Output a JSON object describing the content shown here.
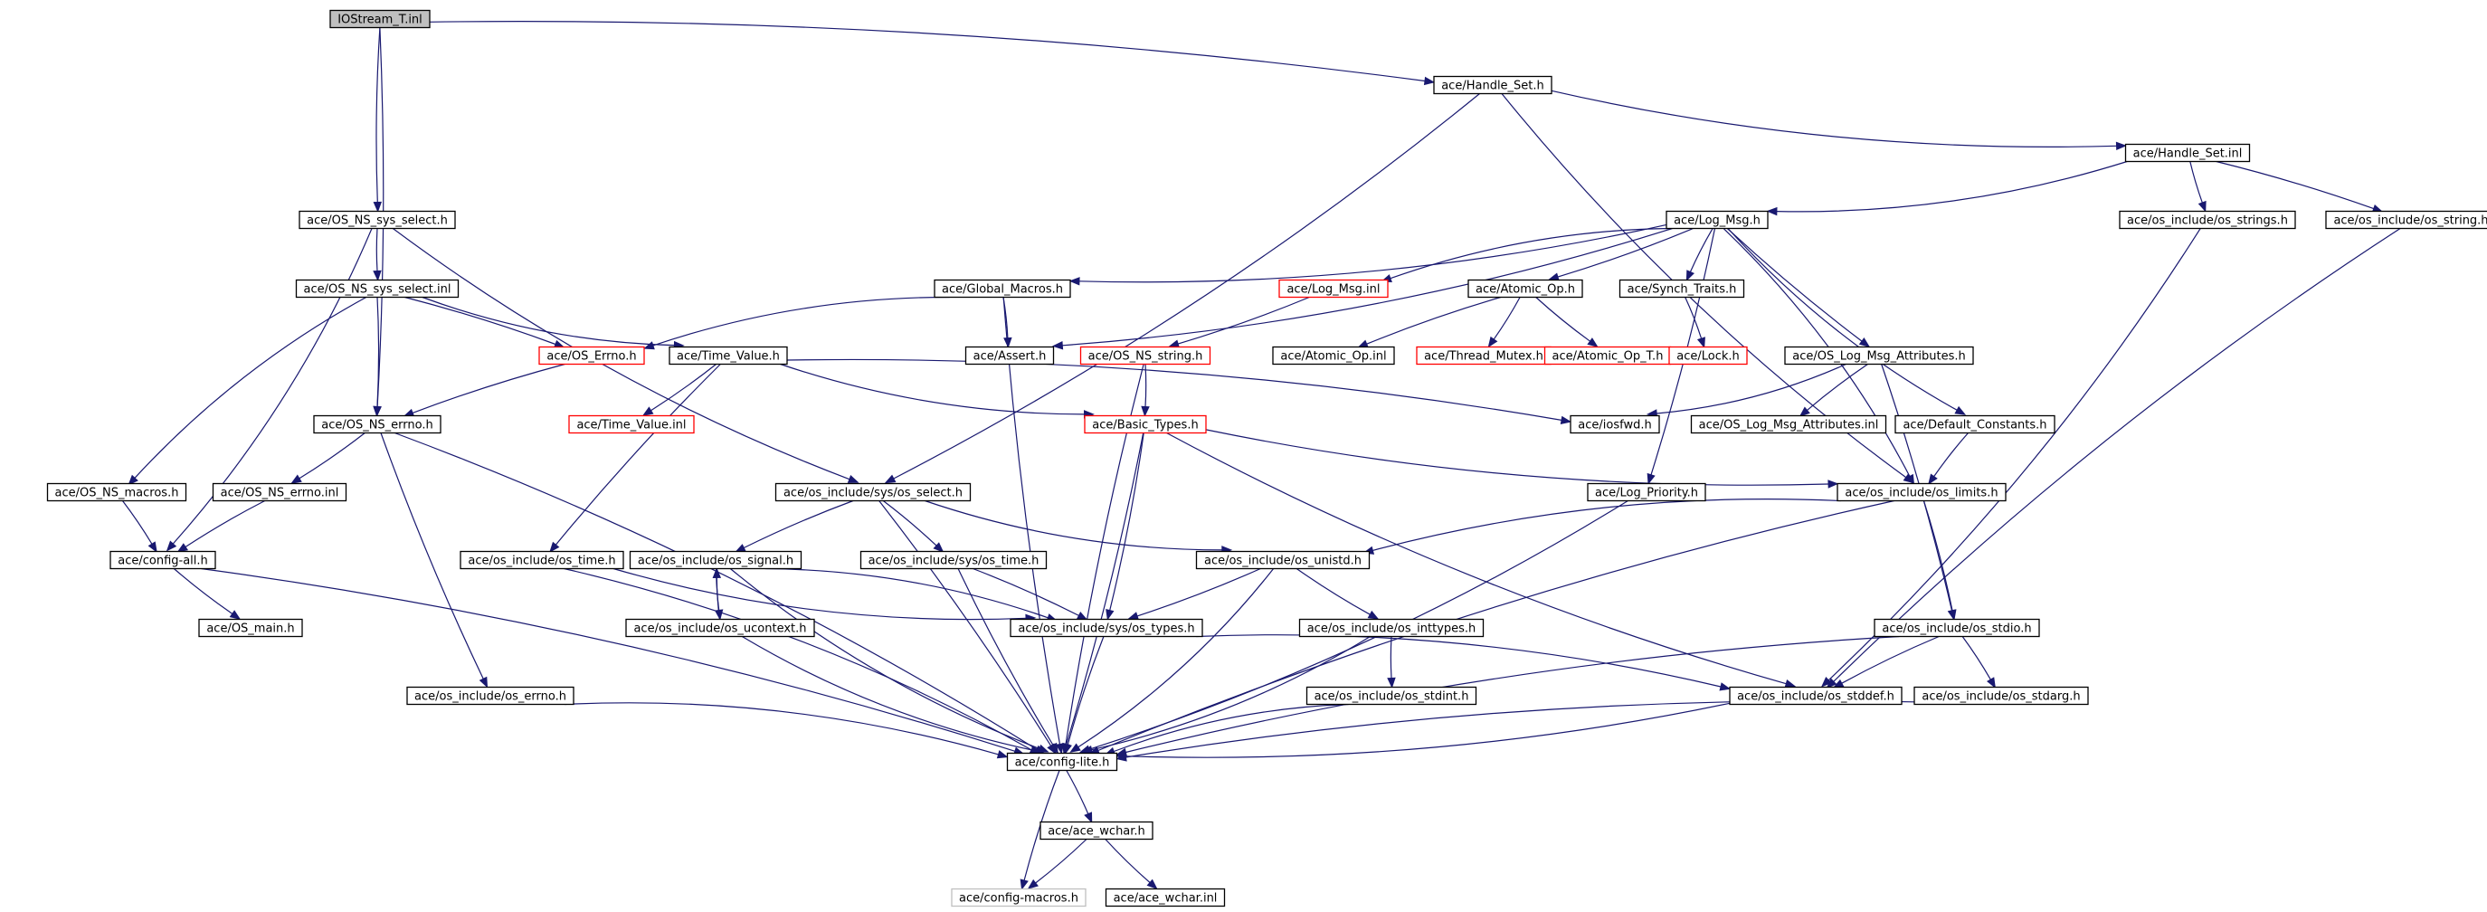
{
  "diagram": {
    "nodes": [
      {
        "id": "root",
        "label": "IOStream_T.inl",
        "style": "root"
      },
      {
        "id": "hs",
        "label": "ace/Handle_Set.h",
        "style": "black"
      },
      {
        "id": "hsi",
        "label": "ace/Handle_Set.inl",
        "style": "black"
      },
      {
        "id": "nss",
        "label": "ace/OS_NS_sys_select.h",
        "style": "black"
      },
      {
        "id": "lm",
        "label": "ace/Log_Msg.h",
        "style": "black"
      },
      {
        "id": "osstrings",
        "label": "ace/os_include/os_strings.h",
        "style": "black"
      },
      {
        "id": "osstring",
        "label": "ace/os_include/os_string.h",
        "style": "black"
      },
      {
        "id": "nssi",
        "label": "ace/OS_NS_sys_select.inl",
        "style": "black"
      },
      {
        "id": "gm",
        "label": "ace/Global_Macros.h",
        "style": "black"
      },
      {
        "id": "lmi",
        "label": "ace/Log_Msg.inl",
        "style": "red"
      },
      {
        "id": "ao",
        "label": "ace/Atomic_Op.h",
        "style": "black"
      },
      {
        "id": "st",
        "label": "ace/Synch_Traits.h",
        "style": "black"
      },
      {
        "id": "oserrno",
        "label": "ace/OS_Errno.h",
        "style": "red"
      },
      {
        "id": "tv",
        "label": "ace/Time_Value.h",
        "style": "black"
      },
      {
        "id": "assert",
        "label": "ace/Assert.h",
        "style": "black"
      },
      {
        "id": "nsstring",
        "label": "ace/OS_NS_string.h",
        "style": "red"
      },
      {
        "id": "aoi",
        "label": "ace/Atomic_Op.inl",
        "style": "black"
      },
      {
        "id": "tm",
        "label": "ace/Thread_Mutex.h",
        "style": "red"
      },
      {
        "id": "aot",
        "label": "ace/Atomic_Op_T.h",
        "style": "red"
      },
      {
        "id": "lock",
        "label": "ace/Lock.h",
        "style": "red"
      },
      {
        "id": "olma",
        "label": "ace/OS_Log_Msg_Attributes.h",
        "style": "black"
      },
      {
        "id": "nserrno",
        "label": "ace/OS_NS_errno.h",
        "style": "black"
      },
      {
        "id": "tvi",
        "label": "ace/Time_Value.inl",
        "style": "red"
      },
      {
        "id": "bt",
        "label": "ace/Basic_Types.h",
        "style": "red"
      },
      {
        "id": "iosfwd",
        "label": "ace/iosfwd.h",
        "style": "black"
      },
      {
        "id": "olmai",
        "label": "ace/OS_Log_Msg_Attributes.inl",
        "style": "black"
      },
      {
        "id": "dc",
        "label": "ace/Default_Constants.h",
        "style": "black"
      },
      {
        "id": "nsmacros",
        "label": "ace/OS_NS_macros.h",
        "style": "black"
      },
      {
        "id": "nserrnoi",
        "label": "ace/OS_NS_errno.inl",
        "style": "black"
      },
      {
        "id": "sysselect",
        "label": "ace/os_include/sys/os_select.h",
        "style": "black"
      },
      {
        "id": "lp",
        "label": "ace/Log_Priority.h",
        "style": "black"
      },
      {
        "id": "oslimits",
        "label": "ace/os_include/os_limits.h",
        "style": "black"
      },
      {
        "id": "configall",
        "label": "ace/config-all.h",
        "style": "black"
      },
      {
        "id": "ostime",
        "label": "ace/os_include/os_time.h",
        "style": "black"
      },
      {
        "id": "ossignal",
        "label": "ace/os_include/os_signal.h",
        "style": "black"
      },
      {
        "id": "systime",
        "label": "ace/os_include/sys/os_time.h",
        "style": "black"
      },
      {
        "id": "osunistd",
        "label": "ace/os_include/os_unistd.h",
        "style": "black"
      },
      {
        "id": "osmain",
        "label": "ace/OS_main.h",
        "style": "black"
      },
      {
        "id": "osucontext",
        "label": "ace/os_include/os_ucontext.h",
        "style": "black"
      },
      {
        "id": "systypes",
        "label": "ace/os_include/sys/os_types.h",
        "style": "black"
      },
      {
        "id": "osinttypes",
        "label": "ace/os_include/os_inttypes.h",
        "style": "black"
      },
      {
        "id": "osstdio",
        "label": "ace/os_include/os_stdio.h",
        "style": "black"
      },
      {
        "id": "oserrnoh",
        "label": "ace/os_include/os_errno.h",
        "style": "black"
      },
      {
        "id": "osstdint",
        "label": "ace/os_include/os_stdint.h",
        "style": "black"
      },
      {
        "id": "osstddef",
        "label": "ace/os_include/os_stddef.h",
        "style": "black"
      },
      {
        "id": "osstdarg",
        "label": "ace/os_include/os_stdarg.h",
        "style": "black"
      },
      {
        "id": "configlite",
        "label": "ace/config-lite.h",
        "style": "black"
      },
      {
        "id": "acewchar",
        "label": "ace/ace_wchar.h",
        "style": "black"
      },
      {
        "id": "configmacros",
        "label": "ace/config-macros.h",
        "style": "gray"
      },
      {
        "id": "acewcharinl",
        "label": "ace/ace_wchar.inl",
        "style": "black"
      }
    ],
    "edges": [
      [
        "root",
        "hs"
      ],
      [
        "root",
        "nss"
      ],
      [
        "root",
        "nserrno"
      ],
      [
        "hs",
        "hsi"
      ],
      [
        "hs",
        "sysselect"
      ],
      [
        "hs",
        "oslimits"
      ],
      [
        "hsi",
        "lm"
      ],
      [
        "hsi",
        "osstrings"
      ],
      [
        "hsi",
        "osstring"
      ],
      [
        "nss",
        "nssi"
      ],
      [
        "nss",
        "configall"
      ],
      [
        "nss",
        "sysselect"
      ],
      [
        "nssi",
        "oserrno"
      ],
      [
        "nssi",
        "tv"
      ],
      [
        "nssi",
        "nserrno"
      ],
      [
        "nssi",
        "nsmacros"
      ],
      [
        "lm",
        "gm"
      ],
      [
        "lm",
        "lmi"
      ],
      [
        "lm",
        "ao"
      ],
      [
        "lm",
        "st"
      ],
      [
        "lm",
        "assert"
      ],
      [
        "lm",
        "olma"
      ],
      [
        "lm",
        "lp"
      ],
      [
        "lm",
        "dc"
      ],
      [
        "lm",
        "oslimits"
      ],
      [
        "gm",
        "oserrno"
      ],
      [
        "gm",
        "assert"
      ],
      [
        "gm",
        "configlite"
      ],
      [
        "lmi",
        "nsstring"
      ],
      [
        "ao",
        "aoi"
      ],
      [
        "ao",
        "tm"
      ],
      [
        "ao",
        "aot"
      ],
      [
        "st",
        "lock"
      ],
      [
        "oserrno",
        "nserrno"
      ],
      [
        "tv",
        "tvi"
      ],
      [
        "tv",
        "bt"
      ],
      [
        "tv",
        "iosfwd"
      ],
      [
        "tv",
        "ostime"
      ],
      [
        "nsstring",
        "bt"
      ],
      [
        "nsstring",
        "configlite"
      ],
      [
        "olma",
        "iosfwd"
      ],
      [
        "olma",
        "olmai"
      ],
      [
        "olma",
        "osstdio"
      ],
      [
        "dc",
        "oslimits"
      ],
      [
        "nserrno",
        "nserrnoi"
      ],
      [
        "nserrno",
        "oserrnoh"
      ],
      [
        "nserrno",
        "configlite"
      ],
      [
        "nserrnoi",
        "configall"
      ],
      [
        "nsmacros",
        "configall"
      ],
      [
        "bt",
        "oslimits"
      ],
      [
        "bt",
        "systypes"
      ],
      [
        "bt",
        "osstddef"
      ],
      [
        "bt",
        "configlite"
      ],
      [
        "sysselect",
        "ossignal"
      ],
      [
        "sysselect",
        "systime"
      ],
      [
        "sysselect",
        "osunistd"
      ],
      [
        "sysselect",
        "configlite"
      ],
      [
        "oslimits",
        "osunistd"
      ],
      [
        "oslimits",
        "osstdio"
      ],
      [
        "oslimits",
        "configlite"
      ],
      [
        "lp",
        "configlite"
      ],
      [
        "configall",
        "osmain"
      ],
      [
        "configall",
        "configlite"
      ],
      [
        "ostime",
        "systypes"
      ],
      [
        "ostime",
        "configlite"
      ],
      [
        "ossignal",
        "osucontext"
      ],
      [
        "ossignal",
        "systypes"
      ],
      [
        "ossignal",
        "configlite"
      ],
      [
        "osucontext",
        "ossignal"
      ],
      [
        "osucontext",
        "configlite"
      ],
      [
        "systime",
        "systypes"
      ],
      [
        "systime",
        "configlite"
      ],
      [
        "osunistd",
        "systypes"
      ],
      [
        "osunistd",
        "osinttypes"
      ],
      [
        "osunistd",
        "configlite"
      ],
      [
        "osinttypes",
        "osstdint"
      ],
      [
        "osinttypes",
        "configlite"
      ],
      [
        "osstdio",
        "osstddef"
      ],
      [
        "osstdio",
        "osstdarg"
      ],
      [
        "osstdio",
        "configlite"
      ],
      [
        "systypes",
        "osstddef"
      ],
      [
        "systypes",
        "configlite"
      ],
      [
        "oserrnoh",
        "configlite"
      ],
      [
        "osstdint",
        "configlite"
      ],
      [
        "osstddef",
        "configlite"
      ],
      [
        "osstdarg",
        "configlite"
      ],
      [
        "osstrings",
        "osstddef"
      ],
      [
        "osstring",
        "osstddef"
      ],
      [
        "configlite",
        "acewchar"
      ],
      [
        "configlite",
        "configmacros"
      ],
      [
        "acewchar",
        "configmacros"
      ],
      [
        "acewchar",
        "acewcharinl"
      ]
    ]
  }
}
